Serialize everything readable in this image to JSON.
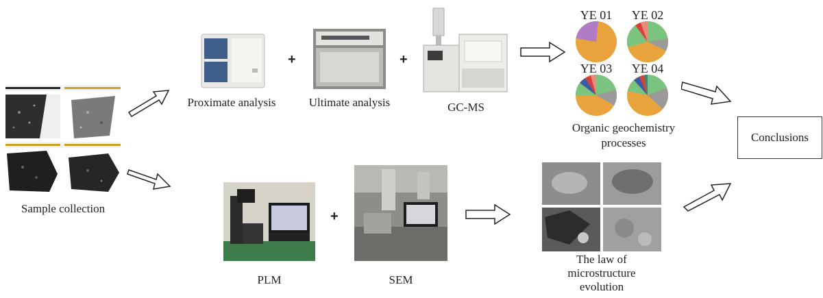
{
  "labels": {
    "sample_collection": "Sample collection",
    "proximate": "Proximate analysis",
    "ultimate": "Ultimate analysis",
    "gcms": "GC-MS",
    "organic_line1": "Organic geochemistry",
    "organic_line2": "processes",
    "plm": "PLM",
    "sem": "SEM",
    "law_line1": "The law of",
    "law_line2": "microstructure",
    "law_line3": "evolution",
    "conclusions": "Conclusions"
  },
  "operators": {
    "plus": "+"
  },
  "pies": [
    {
      "title": "YE 01"
    },
    {
      "title": "YE 02"
    },
    {
      "title": "YE 03"
    },
    {
      "title": "YE 04"
    }
  ],
  "colors": {
    "orange": "#E8A33D",
    "green": "#7BC47F",
    "purple": "#B07CC6",
    "gray": "#9A9A9A",
    "salmon": "#E88B7D",
    "blue": "#3B5BA5",
    "red": "#D6403A",
    "teal": "#2E8B7A"
  }
}
